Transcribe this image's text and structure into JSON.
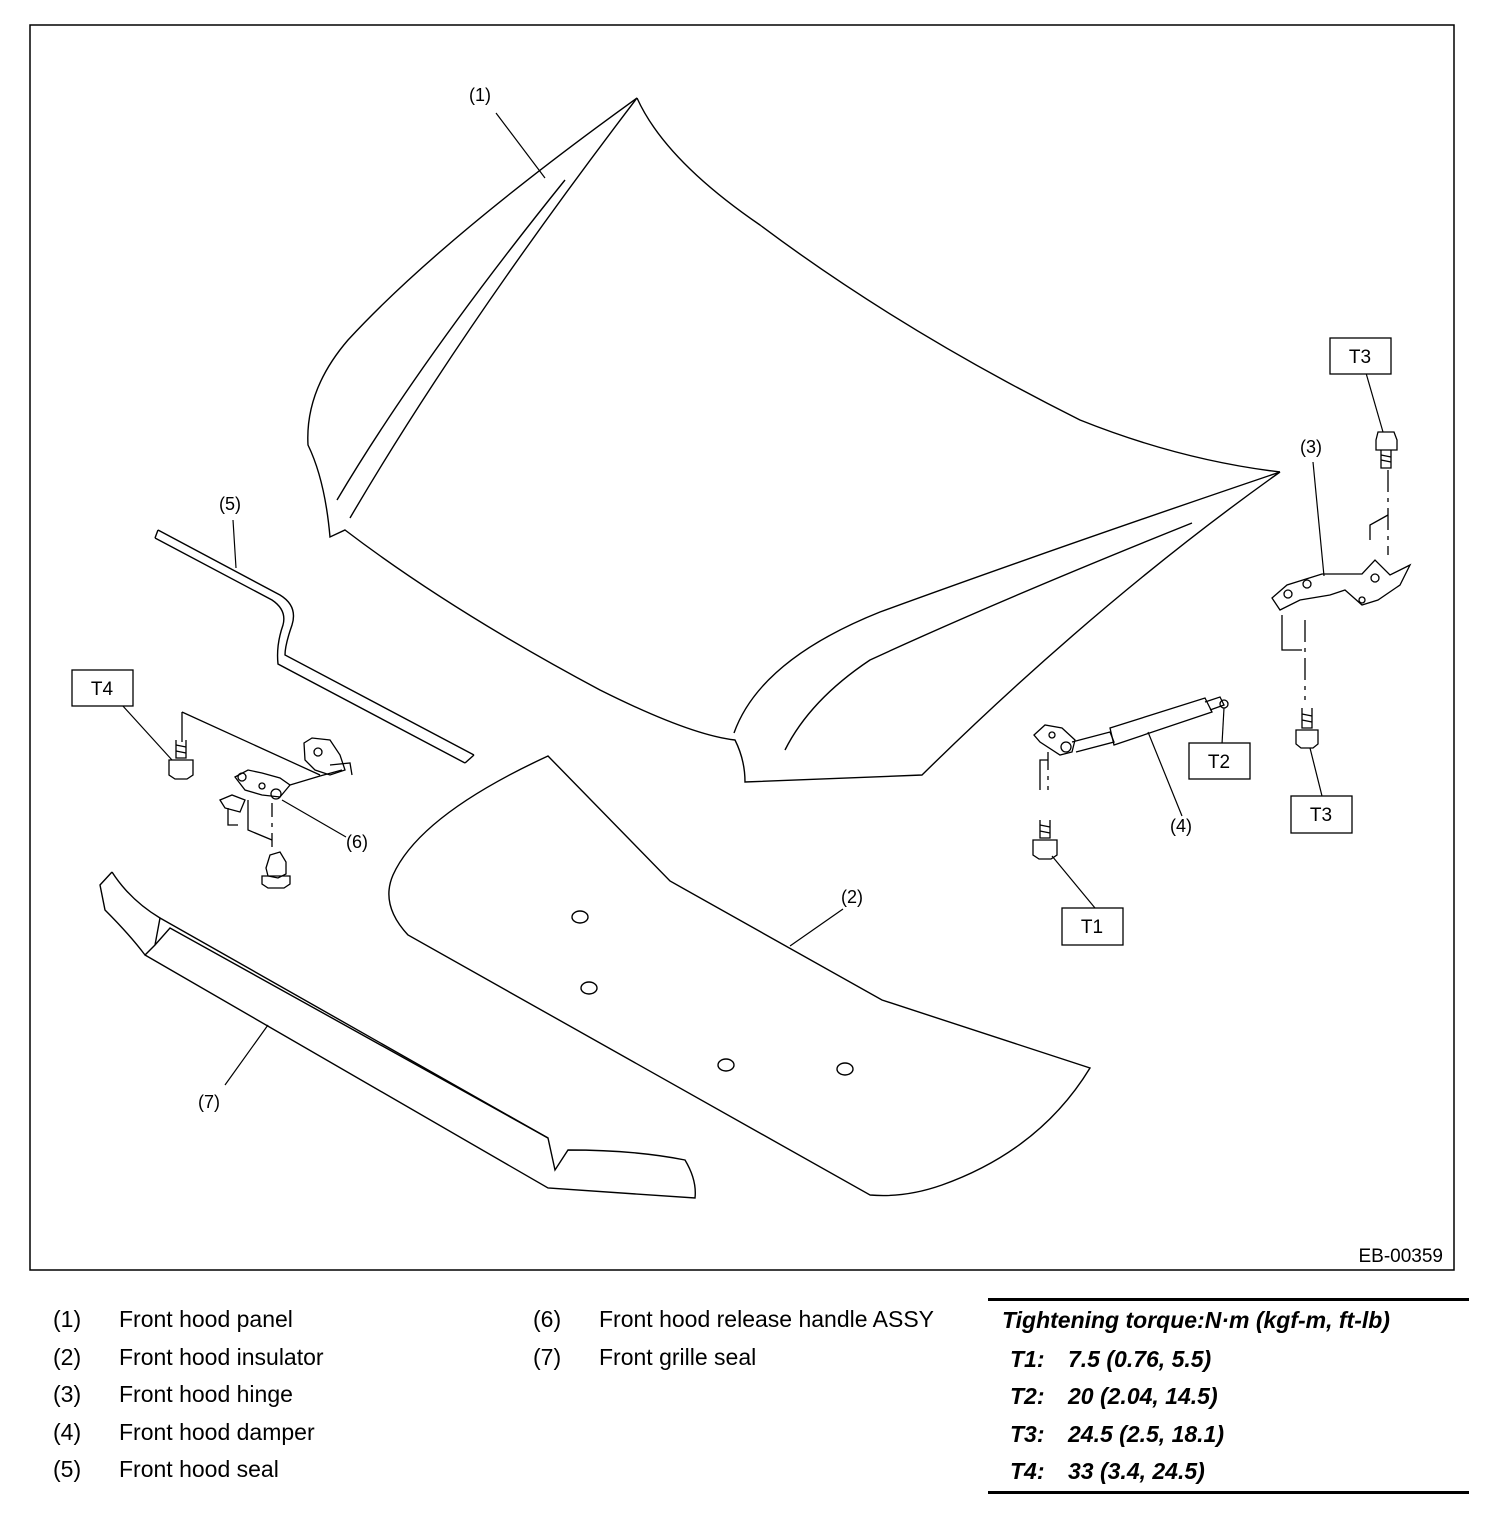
{
  "figure": {
    "reference_code": "EB-00359",
    "callouts": [
      "(1)",
      "(2)",
      "(3)",
      "(4)",
      "(5)",
      "(6)",
      "(7)"
    ],
    "torque_tags": [
      "T1",
      "T2",
      "T3",
      "T3",
      "T4"
    ]
  },
  "legend": {
    "items": [
      {
        "num": "(1)",
        "name": "Front hood panel"
      },
      {
        "num": "(2)",
        "name": "Front hood insulator"
      },
      {
        "num": "(3)",
        "name": "Front hood hinge"
      },
      {
        "num": "(4)",
        "name": "Front hood damper"
      },
      {
        "num": "(5)",
        "name": "Front hood seal"
      },
      {
        "num": "(6)",
        "name": "Front hood release handle ASSY"
      },
      {
        "num": "(7)",
        "name": "Front grille seal"
      }
    ]
  },
  "torque": {
    "title": "Tightening torque:N·m (kgf-m, ft-lb)",
    "rows": [
      {
        "code": "T1:",
        "value": "7.5 (0.76, 5.5)"
      },
      {
        "code": "T2:",
        "value": "20 (2.04, 14.5)"
      },
      {
        "code": "T3:",
        "value": "24.5 (2.5, 18.1)"
      },
      {
        "code": "T4:",
        "value": "33 (3.4, 24.5)"
      }
    ]
  }
}
